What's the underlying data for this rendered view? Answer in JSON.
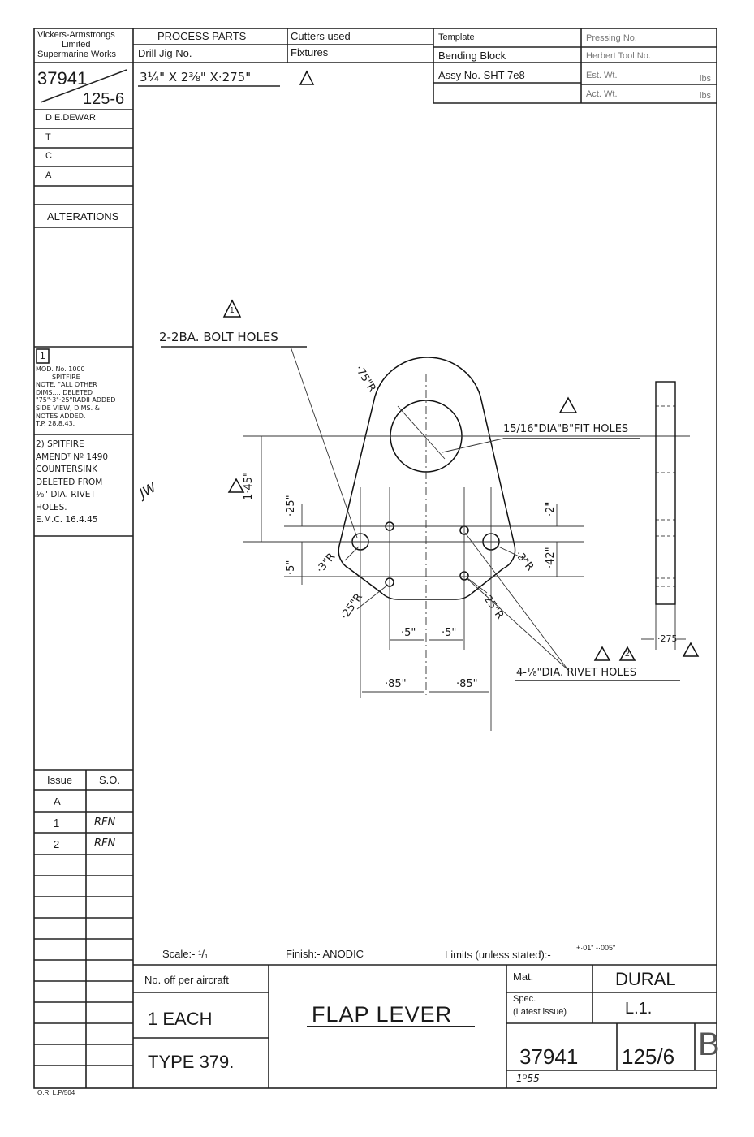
{
  "header": {
    "company_line1": "Vickers-Armstrongs",
    "company_line2": "Limited",
    "company_line3": "Supermarine Works",
    "process_parts": "PROCESS PARTS",
    "drill_jig": "Drill Jig No.",
    "cutters_used": "Cutters used",
    "fixtures": "Fixtures",
    "template": "Template",
    "bending_block": "Bending Block",
    "assy_no": "Assy No. SHT 7e8",
    "pressing_no": "Pressing No.",
    "herbert_tool": "Herbert Tool No.",
    "est_wt": "Est. Wt.",
    "act_wt": "Act. Wt.",
    "lbs": "lbs",
    "stock_size": "3¼\" X 2⅜\" X·275\"",
    "part_no": "37941",
    "sheet_no": "125-6"
  },
  "left_column": {
    "drawn_by": "D E.DEWAR",
    "t": "T",
    "c": "C",
    "a": "A",
    "alterations": "ALTERATIONS",
    "alt1_num": "1",
    "alt1_lines": [
      "MOD. No. 1000",
      "SPITFIRE",
      "NOTE. \"ALL OTHER",
      "DIMS.... DELETED",
      "\"75\"·3\"·25\"RADII ADDED",
      "SIDE VIEW, DIMS. &",
      "NOTES ADDED.",
      "T.P. 28.8.43."
    ],
    "alt2_lines": [
      "2) SPITFIRE",
      "AMENDᵀ Nº 1490",
      "COUNTERSINK",
      "DELETED FROM",
      "⅛\" DIA. RIVET",
      "HOLES.",
      "E.M.C. 16.4.45"
    ],
    "issue_header": "Issue",
    "so_header": "S.O.",
    "issues": [
      {
        "issue": "A",
        "so": ""
      },
      {
        "issue": "1",
        "so": "RFN"
      },
      {
        "issue": "2",
        "so": "RFN"
      }
    ]
  },
  "drawing_notes": {
    "bolt_holes": "2-2BA. BOLT HOLES",
    "fit_holes": "15/16\"DIA\"B\"FIT HOLES",
    "rivet_holes": "4-⅛\"DIA. RIVET HOLES",
    "r75": "·75\"R",
    "h145": "1·45\"",
    "d25": "·25\"",
    "d2": "·2\"",
    "d5v": "·5\"",
    "r3_left": "·3\"R",
    "r3_right": "·3\"R",
    "d42": "·42\"",
    "r25_left": "·25\"R",
    "r25_right": "·25\"R",
    "d5a": "·5\"",
    "d5b": "·5\"",
    "d85a": "·85\"",
    "d85b": "·85\"",
    "thk": "·275",
    "tri1": "1",
    "tri2": "2",
    "sig": "JW"
  },
  "footer": {
    "scale": "Scale:- ¹/₁",
    "finish": "Finish:- ANODIC",
    "limits": "Limits (unless stated):-",
    "limits_tol": "+·01\" -·005\"",
    "no_off": "No. off per aircraft",
    "qty": "1 EACH",
    "type": "TYPE 379.",
    "title": "FLAP LEVER",
    "mat_label": "Mat.",
    "mat_value": "DURAL",
    "spec_label": "Spec.",
    "spec_sub": "(Latest issue)",
    "spec_value": "L.1.",
    "part_no": "37941",
    "sheet": "125/6",
    "issue_letter": "B",
    "form_ref": "O.R. L.P/504",
    "hand_note": "1ᴰ55"
  }
}
